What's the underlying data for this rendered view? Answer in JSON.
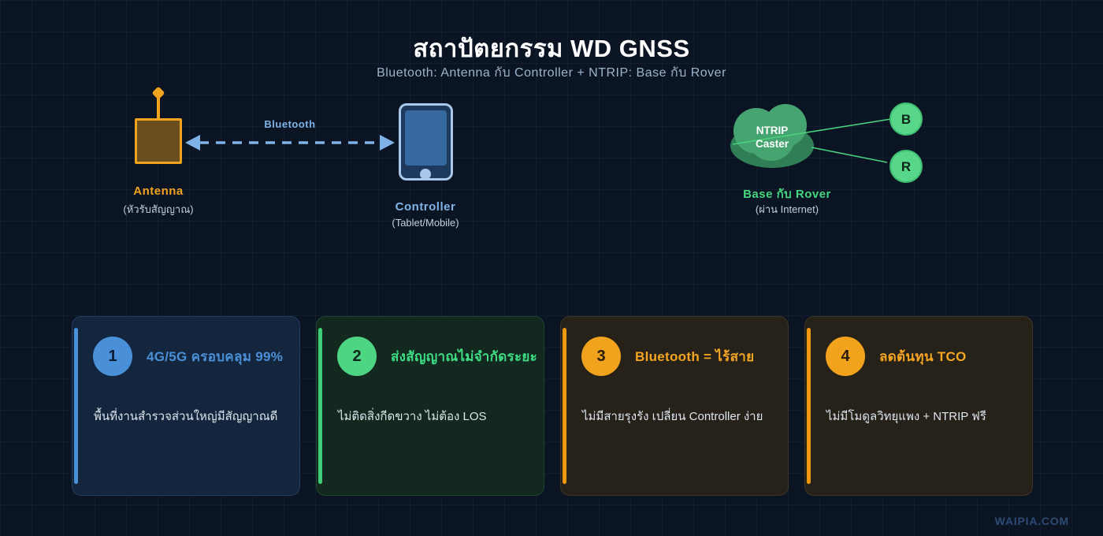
{
  "header": {
    "title": "สถาปัตยกรรม WD GNSS",
    "subtitle": "Bluetooth: Antenna กับ Controller + NTRIP: Base กับ Rover"
  },
  "diagram": {
    "antenna": {
      "label": "Antenna",
      "sublabel": "(หัวรับสัญญาณ)"
    },
    "link": {
      "label": "Bluetooth"
    },
    "controller": {
      "label": "Controller",
      "sublabel": "(Tablet/Mobile)"
    },
    "ntrip": {
      "cloud_line1": "NTRIP",
      "cloud_line2": "Caster",
      "base_node": "B",
      "rover_node": "R",
      "label": "Base กับ Rover",
      "sublabel": "(ผ่าน Internet)"
    }
  },
  "cards": [
    {
      "number": "1",
      "title": "4G/5G ครอบคลุม 99%",
      "body": "พื้นที่งานสำรวจส่วนใหญ่มีสัญญาณดี",
      "accent_color": "#4a90d9"
    },
    {
      "number": "2",
      "title": "ส่งสัญญาณไม่จำกัดระยะ",
      "body": "ไม่ติดสิ่งกีดขวาง ไม่ต้อง LOS",
      "accent_color": "#3edc84"
    },
    {
      "number": "3",
      "title": "Bluetooth = ไร้สาย",
      "body": "ไม่มีสายรุงรัง เปลี่ยน Controller ง่าย",
      "accent_color": "#f5a623"
    },
    {
      "number": "4",
      "title": "ลดต้นทุน TCO",
      "body": "ไม่มีโมดูลวิทยุแพง + NTRIP ฟรี",
      "accent_color": "#f5a623"
    }
  ],
  "footer": {
    "brand": "WAIPIA.COM"
  },
  "colors": {
    "background": "#0b1422",
    "accent_blue": "#4a90d9",
    "accent_light_blue": "#7fb3e8",
    "accent_green": "#3edc84",
    "accent_orange": "#f5a623",
    "cloud_green": "#46a470",
    "cloud_shadow_green": "#2f7e56"
  }
}
